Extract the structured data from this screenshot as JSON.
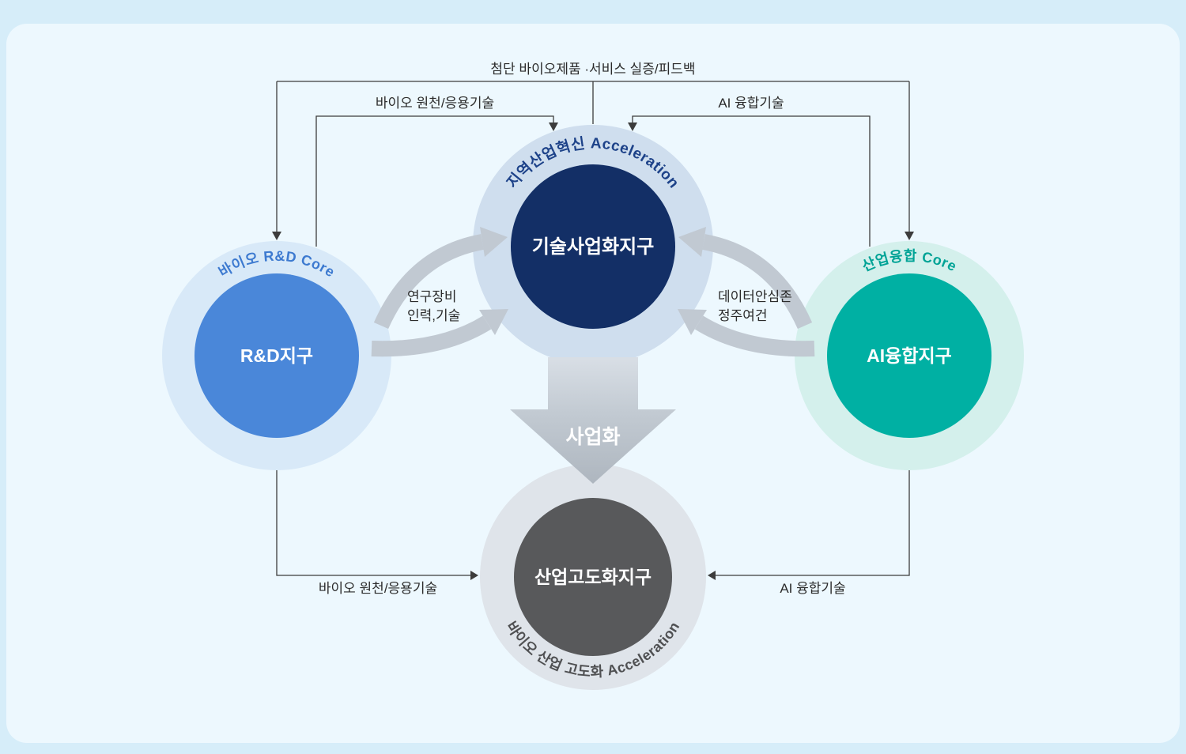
{
  "diagram": {
    "nodes": {
      "tech": {
        "label": "기술사업화지구",
        "arc": "지역산업혁신 Acceleration",
        "fill": "#132f66",
        "arc_color": "#1d4289",
        "ring": "#cfdeee"
      },
      "rnd": {
        "label": "R&D지구",
        "arc": "바이오 R&D Core",
        "fill": "#4a87d9",
        "arc_color": "#3d7ad0",
        "ring": "#d8e9f8"
      },
      "ai": {
        "label": "AI융합지구",
        "arc": "산업융합 Core",
        "fill": "#00b0a3",
        "arc_color": "#00a396",
        "ring": "#d4f0ec"
      },
      "industry": {
        "label": "산업고도화지구",
        "arc": "바이오 산업 고도화 Acceleration",
        "fill": "#58595b",
        "arc_color": "#4f5052",
        "ring": "#dfe4ea"
      }
    },
    "flows": {
      "feedback": "첨단 바이오제품 ·서비스 실증/피드백",
      "bio_tech_top": "바이오 원천/응용기술",
      "ai_tech_top": "AI 융합기술",
      "bio_tech_bottom": "바이오 원천/응용기술",
      "ai_tech_bottom": "AI 융합기술",
      "rnd_support": [
        "연구장비",
        "인력,기술"
      ],
      "ai_support": [
        "데이터안심존",
        "정주여건"
      ],
      "commercialization": "사업화"
    }
  }
}
